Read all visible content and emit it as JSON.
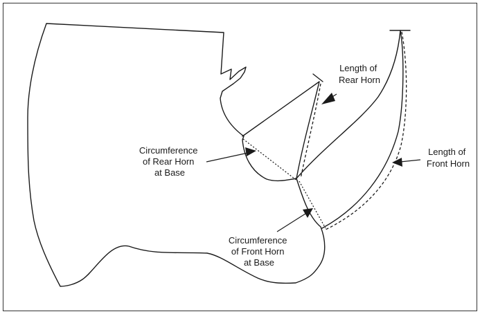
{
  "labels": {
    "length_rear_horn": [
      "Length of",
      "Rear Horn"
    ],
    "length_front_horn": [
      "Length of",
      "Front Horn"
    ],
    "circumference_rear_horn": [
      "Circumference",
      "of Rear Horn",
      "at Base"
    ],
    "circumference_front_horn": [
      "Circumference",
      "of Front Horn",
      "at Base"
    ]
  }
}
